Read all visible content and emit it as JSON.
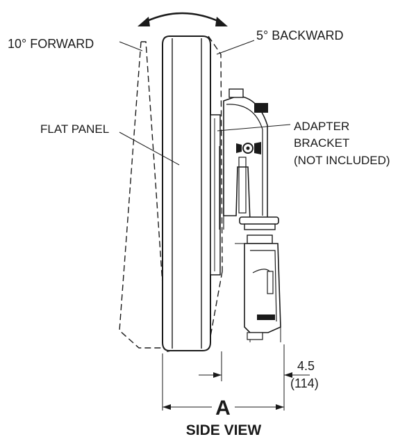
{
  "labels": {
    "forward": "10° FORWARD",
    "backward": "5° BACKWARD",
    "flat_panel": "FLAT PANEL",
    "adapter_line1": "ADAPTER",
    "adapter_line2": "BRACKET",
    "adapter_line3": "(NOT INCLUDED)",
    "dim_value": "4.5",
    "dim_metric": "(114)",
    "dim_letter": "A",
    "caption": "SIDE VIEW"
  }
}
